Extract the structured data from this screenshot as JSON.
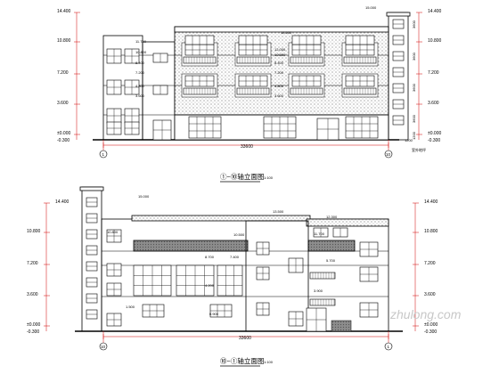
{
  "colors": {
    "ink": "#000000",
    "dim": "#e00000",
    "hatch": "#9a9a9a",
    "wm": "#c8c8c8"
  },
  "top_elevation": {
    "title": "①~⑩轴立面图",
    "scale": "1:100",
    "axis_start": "1",
    "axis_end": "10",
    "total_width": "33600",
    "left_levels": [
      "14.400",
      "10.800",
      "7.200",
      "3.600",
      "±0.000",
      "-0.300"
    ],
    "right_levels": [
      "14.400",
      "10.800",
      "7.200",
      "3.600",
      "±0.000",
      "-0.300"
    ],
    "right_segments": [
      "3600",
      "3600",
      "3600",
      "3600",
      "1200"
    ],
    "inline_marks": [
      "13.500",
      "11.700",
      "10.800",
      "8.400",
      "7.200",
      "4.800",
      "3.600",
      "12.000",
      "10.800",
      "8.400",
      "7.200",
      "4.800",
      "3.600",
      "15.000",
      "1200"
    ],
    "note": "室外地坪"
  },
  "bottom_elevation": {
    "title": "⑩~①轴立面图",
    "scale": "1:100",
    "axis_start": "10",
    "axis_end": "1",
    "total_width": "33600",
    "left_levels": [
      "14.400",
      "10.800",
      "7.200",
      "3.600",
      "±0.000",
      "-0.300"
    ],
    "right_levels": [
      "14.400",
      "10.800",
      "7.200",
      "3.600",
      "±0.000",
      "-0.300"
    ],
    "inline_marks": [
      "15.000",
      "13.500",
      "12.300",
      "11.700",
      "10.500",
      "10.800",
      "8.700",
      "7.400",
      "5.700",
      "4.200",
      "3.900",
      "0.900",
      "1.500"
    ]
  },
  "watermark": "zhulong.com"
}
